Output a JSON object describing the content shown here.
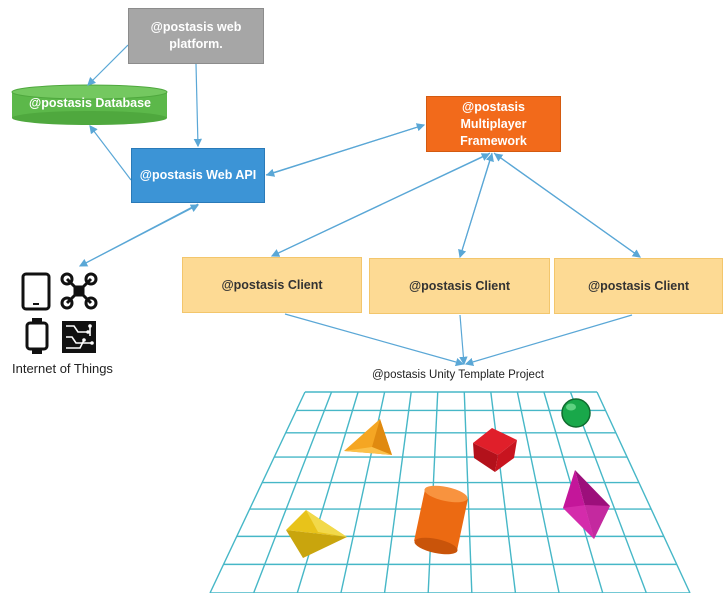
{
  "diagram": {
    "web_platform": "@postasis web platform.",
    "database": "@postasis Database",
    "web_api": "@postasis Web API",
    "multiplayer_framework": "@postasis Multiplayer Framework",
    "clients": [
      "@postasis Client",
      "@postasis Client",
      "@postasis Client"
    ],
    "iot_label": "Internet of Things",
    "unity_label": "@postasis Unity Template Project"
  },
  "icons": [
    "tablet-icon",
    "drone-icon",
    "smartwatch-icon",
    "circuit-chip-icon"
  ],
  "colors": {
    "web_platform": "#a6a6a6",
    "database": "#5cb84a",
    "web_api": "#3c94d6",
    "multiplayer_framework": "#f26a1b",
    "client": "#fdda94",
    "arrow": "#5aa7d6",
    "grid": "#46b7c7"
  }
}
